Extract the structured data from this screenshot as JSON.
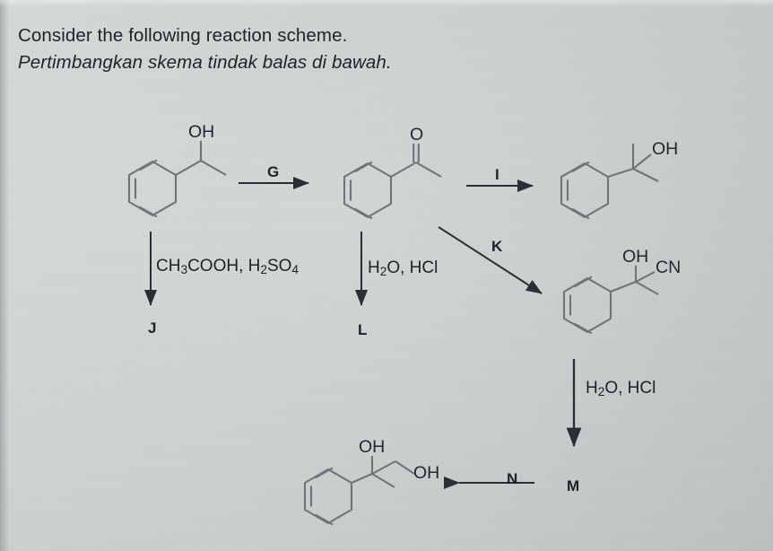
{
  "page": {
    "background_color": "#ccd1d0",
    "ink_color": "#23272e",
    "bond_color": "#6d7578"
  },
  "prompt": {
    "english": "Consider the following reaction scheme.",
    "malay": "Pertimbangkan skema tindak balas di bawah."
  },
  "scheme": {
    "type": "organic-reaction-scheme",
    "structures": [
      {
        "id": "S1",
        "name": "1-phenylethanol",
        "position": "top-left",
        "labels": [
          "OH"
        ],
        "ring": "benzene"
      },
      {
        "id": "S2",
        "name": "acetophenone",
        "position": "top-center",
        "labels": [
          "O"
        ],
        "ring": "benzene"
      },
      {
        "id": "S3",
        "name": "2-phenyl-2-propanol",
        "position": "top-right",
        "labels": [
          "OH"
        ],
        "ring": "benzene"
      },
      {
        "id": "S4",
        "name": "2-phenyl-2-hydroxypropanenitrile",
        "position": "middle-right",
        "labels": [
          "OH",
          "CN"
        ],
        "ring": "benzene"
      },
      {
        "id": "S5",
        "name": "2-phenylpropane-1,2-diol",
        "position": "bottom-center",
        "labels": [
          "OH",
          "OH"
        ],
        "ring": "benzene"
      }
    ],
    "arrows": [
      {
        "id": "A1",
        "label": "G",
        "direction": "right",
        "from": "S1",
        "to": "S2",
        "reagent": null
      },
      {
        "id": "A2",
        "label": "I",
        "direction": "right",
        "from": "S2",
        "to": "S3",
        "reagent": null
      },
      {
        "id": "A3",
        "label": "J",
        "direction": "down",
        "from": "S1",
        "to": "J",
        "reagent": "CH3COOH, H2SO4"
      },
      {
        "id": "A4",
        "label": "L",
        "direction": "down",
        "from": "S2",
        "to": "L",
        "reagent": "H2O, HCl"
      },
      {
        "id": "A5",
        "label": "K",
        "direction": "diagonal-down-right",
        "from": "S2",
        "to": "S4",
        "reagent": null
      },
      {
        "id": "A6",
        "label": "M",
        "direction": "down",
        "from": "S4",
        "to": "M",
        "reagent": "H2O, HCl"
      },
      {
        "id": "A7",
        "label": "N",
        "direction": "left",
        "from": "M",
        "to": "S5",
        "reagent": null
      }
    ],
    "labels": {
      "G": "G",
      "I": "I",
      "J": "J",
      "K": "K",
      "L": "L",
      "M": "M",
      "N": "N"
    },
    "reagents": {
      "acetic_sulfuric": {
        "part1": "CH",
        "sub1": "3",
        "part2": "COOH, H",
        "sub2": "2",
        "part3": "SO",
        "sub3": "4"
      },
      "water_hcl_upper": {
        "part1": "H",
        "sub1": "2",
        "part2": "O, HCl"
      },
      "water_hcl_lower": {
        "part1": "H",
        "sub1": "2",
        "part2": "O, HCl"
      }
    },
    "atom_labels": {
      "oh_1": "OH",
      "o_2": "O",
      "oh_3": "OH",
      "oh_4": "OH",
      "cn_4": "CN",
      "oh_5a": "OH",
      "oh_5b": "OH"
    }
  }
}
